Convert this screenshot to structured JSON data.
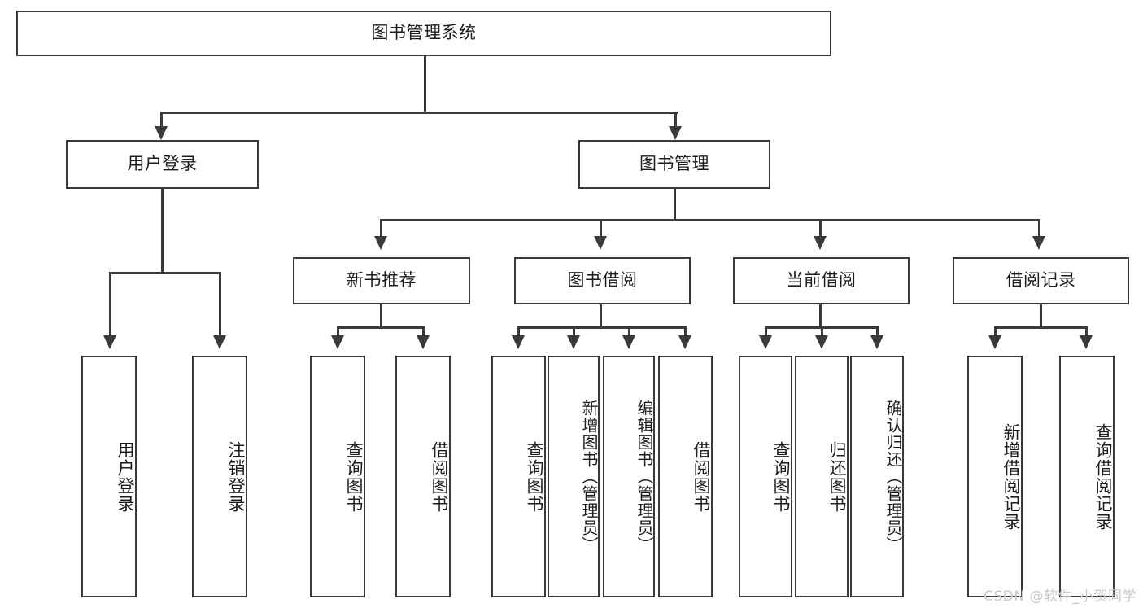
{
  "diagram": {
    "title": "图书管理系统",
    "type": "tree-hierarchy-chart",
    "root": {
      "label": "图书管理系统"
    },
    "level2": [
      {
        "label": "用户登录"
      },
      {
        "label": "图书管理"
      }
    ],
    "level3": [
      {
        "label": "新书推荐"
      },
      {
        "label": "图书借阅"
      },
      {
        "label": "当前借阅"
      },
      {
        "label": "借阅记录"
      }
    ],
    "leaves": {
      "user_login": [
        {
          "label": "用户登录"
        },
        {
          "label": "注销登录"
        }
      ],
      "new_book": [
        {
          "label": "查询图书"
        },
        {
          "label": "借阅图书"
        }
      ],
      "book_borrow": [
        {
          "label": "查询图书"
        },
        {
          "label": "新增图书（管理员）"
        },
        {
          "label": "编辑图书（管理员）"
        },
        {
          "label": "借阅图书"
        }
      ],
      "current_borrow": [
        {
          "label": "查询图书"
        },
        {
          "label": "归还图书"
        },
        {
          "label": "确认归还（管理员）"
        }
      ],
      "borrow_record": [
        {
          "label": "新增借阅记录"
        },
        {
          "label": "查询借阅记录"
        }
      ]
    }
  },
  "watermark": {
    "text": "CSDN @软件_小贺同学"
  },
  "colors": {
    "stroke": "#3a3a3a",
    "background": "#ffffff",
    "text": "#1d1d1d",
    "watermark": "#c9c9c9"
  }
}
